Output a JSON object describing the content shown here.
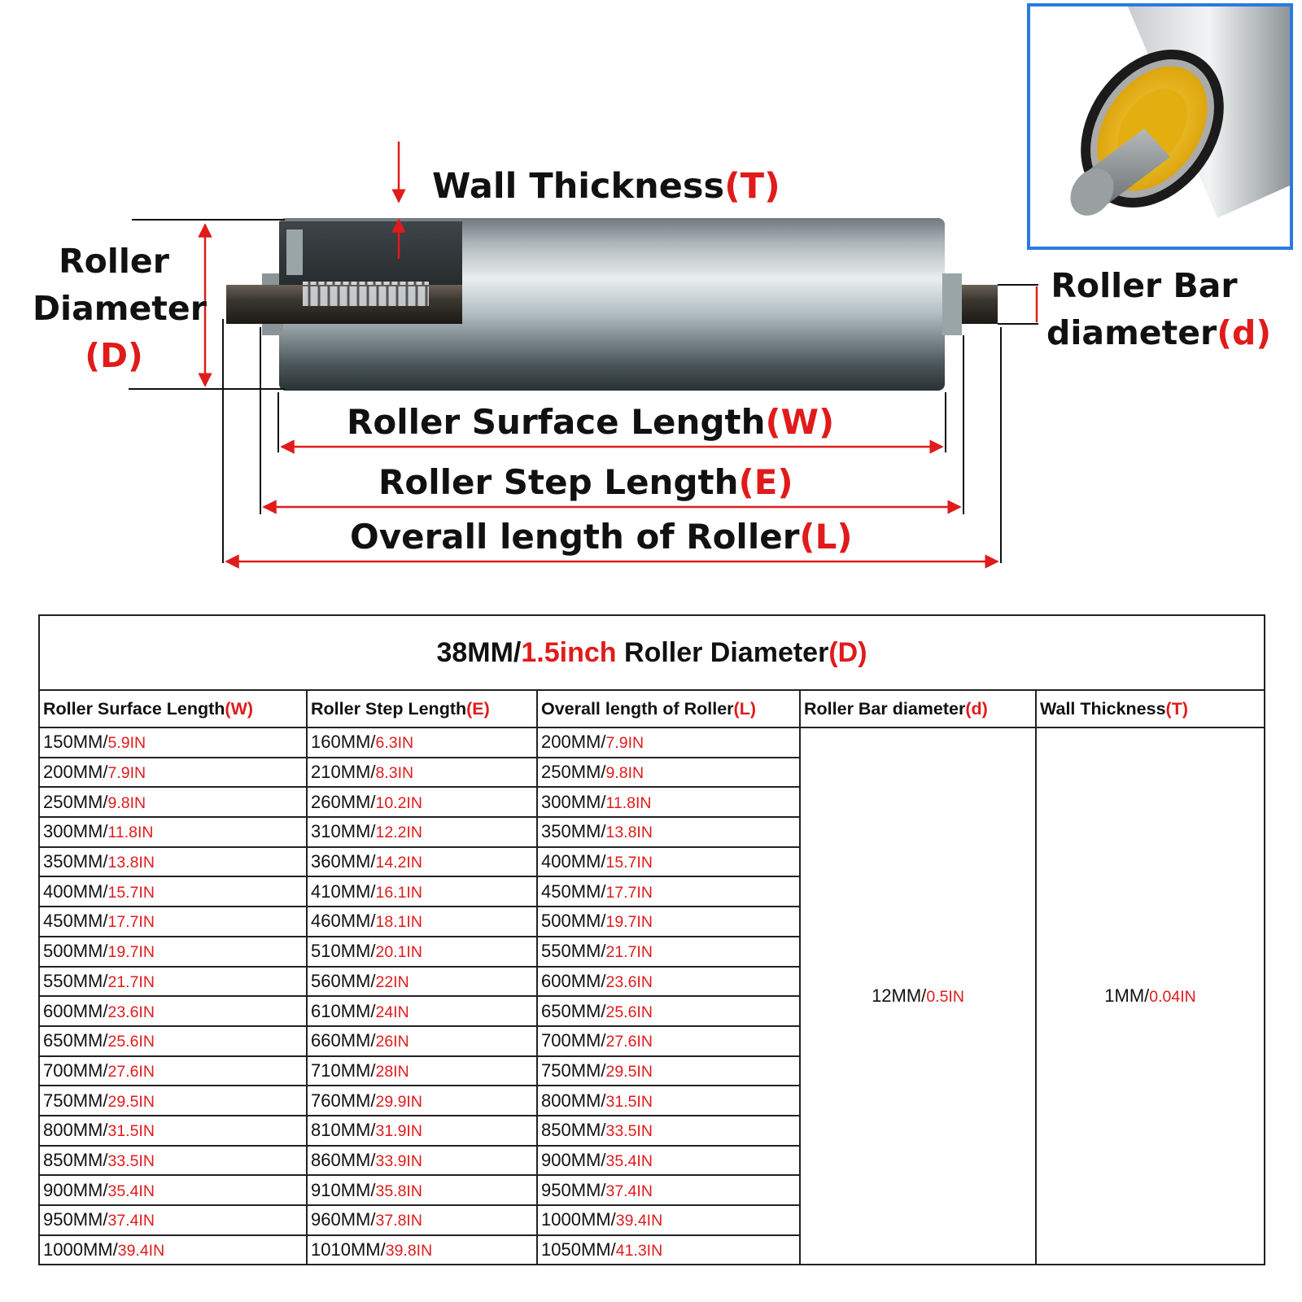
{
  "diagram": {
    "wall_thickness": {
      "text": "Wall Thickness",
      "symbol": "(T)"
    },
    "roller_diameter": {
      "line1": "Roller",
      "line2": "Diameter",
      "symbol": "(D)"
    },
    "roller_bar_diameter": {
      "line1": "Roller Bar",
      "line2": "diameter",
      "symbol": "(d)"
    },
    "surface_length": {
      "text": "Roller Surface Length",
      "symbol": "(W)"
    },
    "step_length": {
      "text": "Roller Step Length",
      "symbol": "(E)"
    },
    "overall_length": {
      "text": "Overall length of Roller",
      "symbol": "(L)"
    }
  },
  "table": {
    "title": {
      "black1": "38MM/",
      "red1": "1.5inch",
      "black2": " Roller Diameter",
      "red2": "(D)"
    },
    "headers": [
      {
        "text": "Roller Surface Length",
        "symbol": "(W)"
      },
      {
        "text": "Roller Step Length",
        "symbol": "(E)"
      },
      {
        "text": "Overall length of Roller",
        "symbol": "(L)"
      },
      {
        "text": "Roller Bar diameter",
        "symbol": "(d)"
      },
      {
        "text": "Wall Thickness",
        "symbol": "(T)"
      }
    ],
    "rows": [
      [
        {
          "mm": "150MM/",
          "in": "5.9IN"
        },
        {
          "mm": "160MM/",
          "in": "6.3IN"
        },
        {
          "mm": "200MM/",
          "in": "7.9IN"
        }
      ],
      [
        {
          "mm": "200MM/",
          "in": "7.9IN"
        },
        {
          "mm": "210MM/",
          "in": "8.3IN"
        },
        {
          "mm": "250MM/",
          "in": "9.8IN"
        }
      ],
      [
        {
          "mm": "250MM/",
          "in": "9.8IN"
        },
        {
          "mm": "260MM/",
          "in": "10.2IN"
        },
        {
          "mm": "300MM/",
          "in": "11.8IN"
        }
      ],
      [
        {
          "mm": "300MM/",
          "in": "11.8IN"
        },
        {
          "mm": "310MM/",
          "in": "12.2IN"
        },
        {
          "mm": "350MM/",
          "in": "13.8IN"
        }
      ],
      [
        {
          "mm": "350MM/",
          "in": "13.8IN"
        },
        {
          "mm": "360MM/",
          "in": "14.2IN"
        },
        {
          "mm": "400MM/",
          "in": "15.7IN"
        }
      ],
      [
        {
          "mm": "400MM/",
          "in": "15.7IN"
        },
        {
          "mm": "410MM/",
          "in": "16.1IN"
        },
        {
          "mm": "450MM/",
          "in": "17.7IN"
        }
      ],
      [
        {
          "mm": "450MM/",
          "in": "17.7IN"
        },
        {
          "mm": "460MM/",
          "in": "18.1IN"
        },
        {
          "mm": "500MM/",
          "in": "19.7IN"
        }
      ],
      [
        {
          "mm": "500MM/",
          "in": "19.7IN"
        },
        {
          "mm": "510MM/",
          "in": "20.1IN"
        },
        {
          "mm": "550MM/",
          "in": "21.7IN"
        }
      ],
      [
        {
          "mm": "550MM/",
          "in": "21.7IN"
        },
        {
          "mm": "560MM/",
          "in": "22IN"
        },
        {
          "mm": "600MM/",
          "in": "23.6IN"
        }
      ],
      [
        {
          "mm": "600MM/",
          "in": "23.6IN"
        },
        {
          "mm": "610MM/",
          "in": "24IN"
        },
        {
          "mm": "650MM/",
          "in": "25.6IN"
        }
      ],
      [
        {
          "mm": "650MM/",
          "in": "25.6IN"
        },
        {
          "mm": "660MM/",
          "in": "26IN"
        },
        {
          "mm": "700MM/",
          "in": "27.6IN"
        }
      ],
      [
        {
          "mm": "700MM/",
          "in": "27.6IN"
        },
        {
          "mm": "710MM/",
          "in": "28IN"
        },
        {
          "mm": "750MM/",
          "in": "29.5IN"
        }
      ],
      [
        {
          "mm": "750MM/",
          "in": "29.5IN"
        },
        {
          "mm": "760MM/",
          "in": "29.9IN"
        },
        {
          "mm": "800MM/",
          "in": "31.5IN"
        }
      ],
      [
        {
          "mm": "800MM/",
          "in": "31.5IN"
        },
        {
          "mm": "810MM/",
          "in": "31.9IN"
        },
        {
          "mm": "850MM/",
          "in": "33.5IN"
        }
      ],
      [
        {
          "mm": "850MM/",
          "in": "33.5IN"
        },
        {
          "mm": "860MM/",
          "in": "33.9IN"
        },
        {
          "mm": "900MM/",
          "in": "35.4IN"
        }
      ],
      [
        {
          "mm": "900MM/",
          "in": "35.4IN"
        },
        {
          "mm": "910MM/",
          "in": "35.8IN"
        },
        {
          "mm": "950MM/",
          "in": "37.4IN"
        }
      ],
      [
        {
          "mm": "950MM/",
          "in": "37.4IN"
        },
        {
          "mm": "960MM/",
          "in": "37.8IN"
        },
        {
          "mm": "1000MM/",
          "in": "39.4IN"
        }
      ],
      [
        {
          "mm": "1000MM/",
          "in": "39.4IN"
        },
        {
          "mm": "1010MM/",
          "in": "39.8IN"
        },
        {
          "mm": "1050MM/",
          "in": "41.3IN"
        }
      ]
    ],
    "bar_diameter": {
      "mm": "12MM/",
      "in": "0.5IN"
    },
    "wall_thickness": {
      "mm": "1MM/",
      "in": "0.04IN"
    }
  },
  "colors": {
    "accent_red": "#e01b1b",
    "inset_border": "#2a7ae2",
    "roller_core": "#e8b700"
  }
}
